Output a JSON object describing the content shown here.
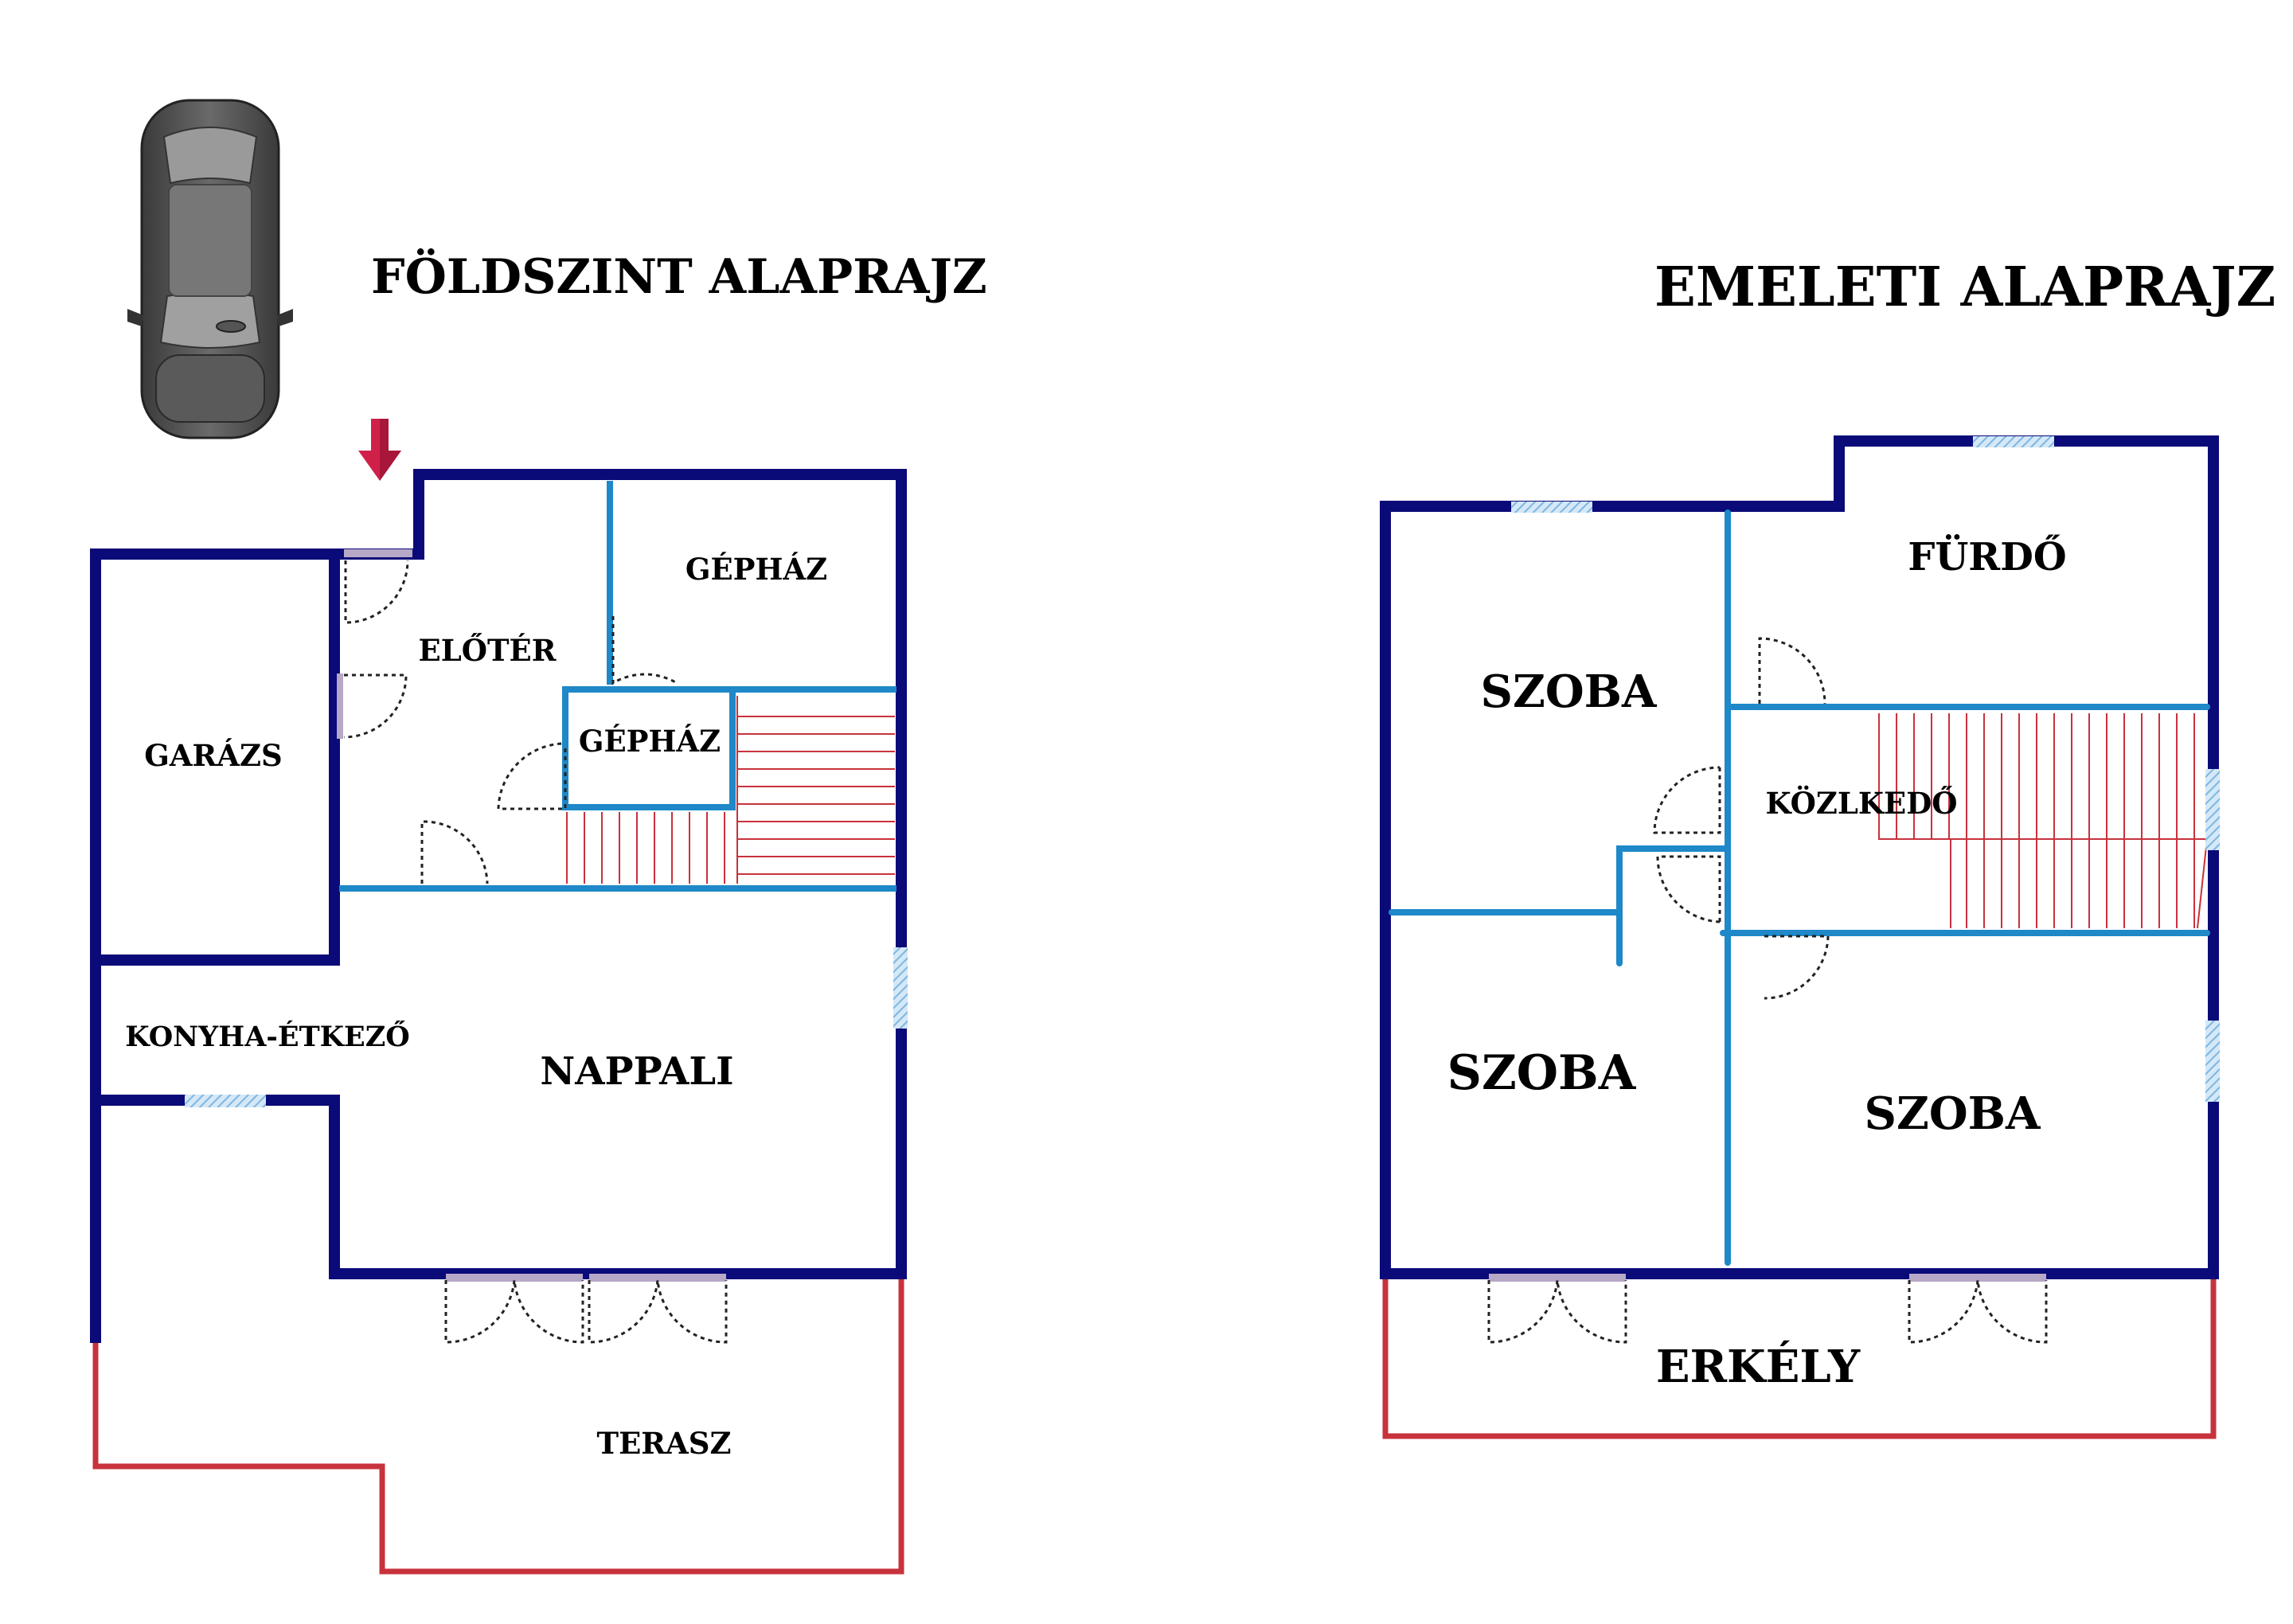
{
  "ground_floor": {
    "title": "FÖLDSZINT ALAPRAJZ",
    "rooms": {
      "garage": "GARÁZS",
      "entrance": "ELŐTÉR",
      "machine_room_upper": "GÉPHÁZ",
      "machine_room_lower": "GÉPHÁZ",
      "kitchen_dining": "KONYHA-ÉTKEZŐ",
      "living_room": "NAPPALI",
      "terrace": "TERASZ"
    }
  },
  "upper_floor": {
    "title": "EMELETI ALAPRAJZ",
    "rooms": {
      "bathroom": "FÜRDŐ",
      "room_top_left": "SZOBA",
      "corridor": "KÖZLKEDŐ",
      "room_bottom_left": "SZOBA",
      "room_bottom_right": "SZOBA",
      "balcony": "ERKÉLY"
    }
  },
  "colors": {
    "outer_wall": "#0a0a78",
    "inner_wall": "#1e88c8",
    "stairs": "#c8323c",
    "terrace_outline": "#c8323c",
    "window": "#a8d0ee",
    "door": "#222222",
    "entrance_arrow": "#d0204a",
    "car_body": "#555555"
  },
  "icons": {
    "car": "car-top-view-icon",
    "entrance": "arrow-down-icon"
  }
}
